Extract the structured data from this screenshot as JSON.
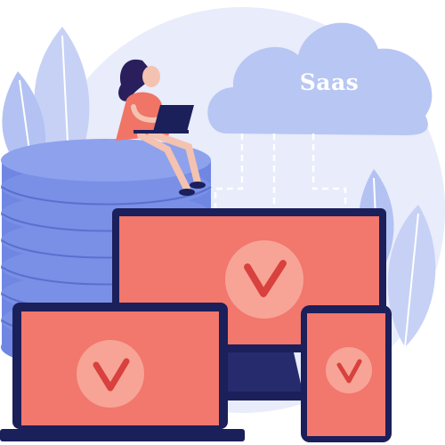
{
  "cloud": {
    "label": "Saas",
    "icon": "cloud-icon"
  },
  "devices": [
    {
      "name": "monitor",
      "icon": "check-icon"
    },
    {
      "name": "laptop",
      "icon": "check-icon"
    },
    {
      "name": "phone",
      "icon": "check-icon"
    }
  ],
  "colors": {
    "background_circle": "#e8ecfb",
    "cloud": "#b8c6f3",
    "server": "#6f86e2",
    "server_light": "#8ea1ec",
    "device_frame": "#1b1f5a",
    "screen": "#f2776c",
    "check_circle": "#f7a497",
    "check_mark": "#d8413d",
    "leaf": "#c6d1f5",
    "connector": "#ffffff"
  }
}
